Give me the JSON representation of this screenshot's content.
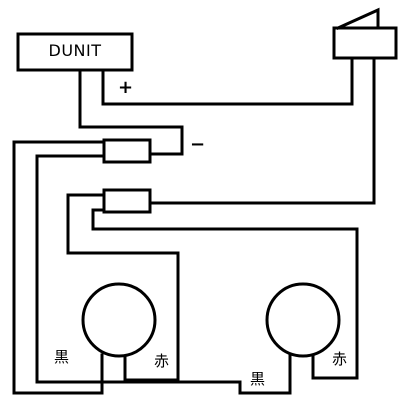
{
  "labels": {
    "unit": "DUNIT",
    "plus": "+",
    "minus": "−",
    "black_left": "黒",
    "red_left": "赤",
    "black_right": "黒",
    "red_right": "赤"
  },
  "colors": {
    "stroke": "#000000",
    "fill": "#ffffff"
  }
}
